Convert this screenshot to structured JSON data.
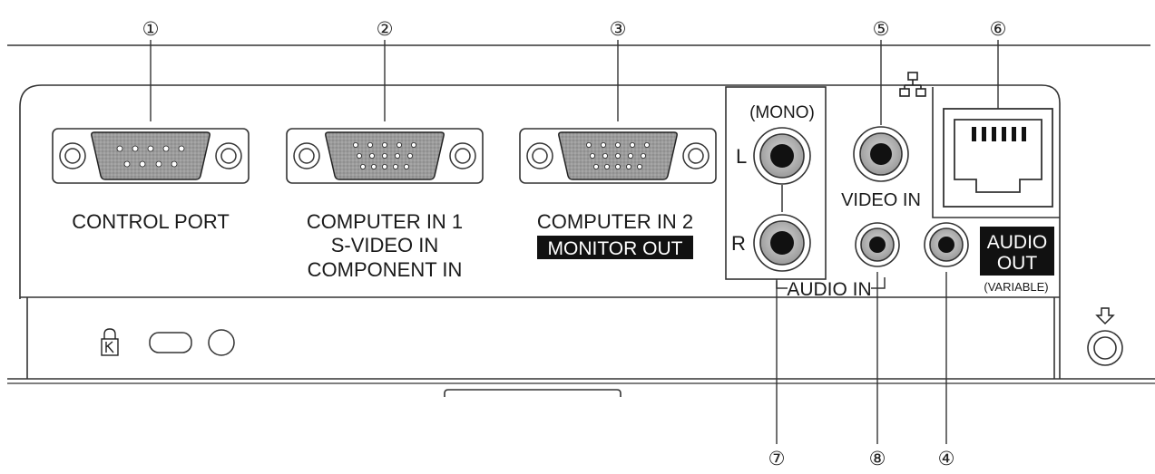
{
  "callouts": {
    "c1": "①",
    "c2": "②",
    "c3": "③",
    "c4": "④",
    "c5": "⑤",
    "c6": "⑥",
    "c7": "⑦",
    "c8": "⑧"
  },
  "labels": {
    "control_port": "CONTROL PORT",
    "computer_in_1": "COMPUTER IN 1",
    "s_video_in": "S-VIDEO IN",
    "component_in": "COMPONENT IN",
    "computer_in_2": "COMPUTER IN 2",
    "monitor_out": "MONITOR OUT",
    "mono": "(MONO)",
    "left": "L",
    "right": "R",
    "video_in": "VIDEO IN",
    "audio_in": "AUDIO IN",
    "audio_out_1": "AUDIO",
    "audio_out_2": "OUT",
    "variable": "(VARIABLE)"
  },
  "icons": {
    "network": "network-icon",
    "lock": "kensington-lock-icon",
    "arrow": "down-arrow-icon"
  }
}
